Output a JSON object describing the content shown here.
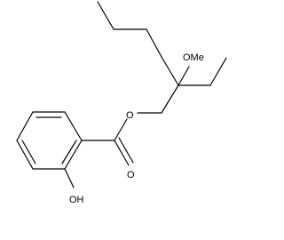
{
  "molecule": {
    "atom_labels": {
      "ester_oxygen": "O",
      "carbonyl_oxygen": "O",
      "hydroxyl": "OH",
      "methoxy": "OMe"
    }
  }
}
